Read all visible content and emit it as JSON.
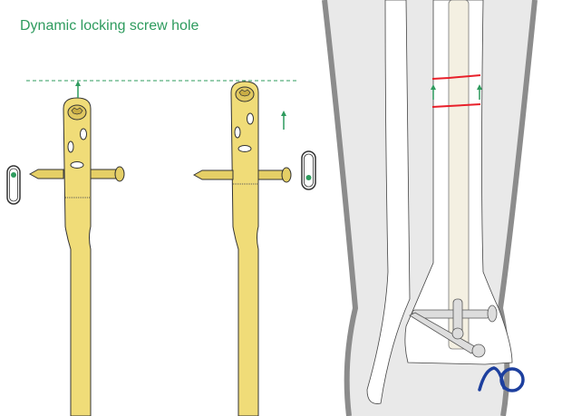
{
  "title": "Dynamic locking screw hole",
  "logo_text": "AO",
  "colors": {
    "accent_green": "#2e9b5e",
    "implant_gold": "#f0dc78",
    "fracture_red": "#e8202a",
    "logo_blue": "#1d3f9e",
    "soft_tissue": "#e9e9e9"
  },
  "icons": [
    "slot-hole-icon",
    "arrow-up-icon",
    "ao-logo"
  ]
}
